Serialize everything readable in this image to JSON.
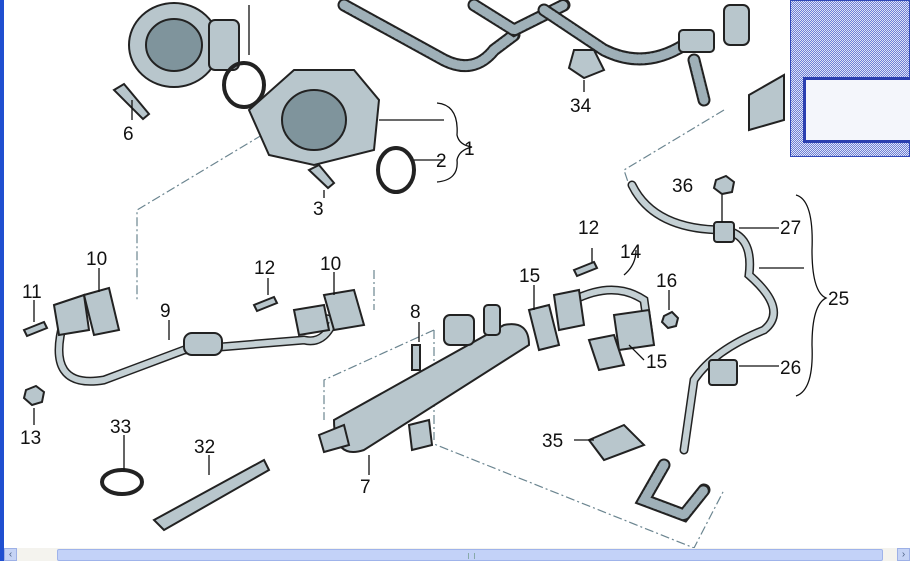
{
  "diagram": {
    "callouts": {
      "c1": "1",
      "c2": "2",
      "c3": "3",
      "c6": "6",
      "c10a": "10",
      "c11": "11",
      "c9": "9",
      "c12a": "12",
      "c10b": "10",
      "c13": "13",
      "c33": "33",
      "c32": "32",
      "c8": "8",
      "c7": "7",
      "c15a": "15",
      "c12b": "12",
      "c14": "14",
      "c16": "16",
      "c15b": "15",
      "c35": "35",
      "c36": "36",
      "c27": "27",
      "c25": "25",
      "c26": "26",
      "c34": "34"
    }
  },
  "scrollbar": {
    "left_arrow": "‹",
    "right_arrow": "›"
  }
}
